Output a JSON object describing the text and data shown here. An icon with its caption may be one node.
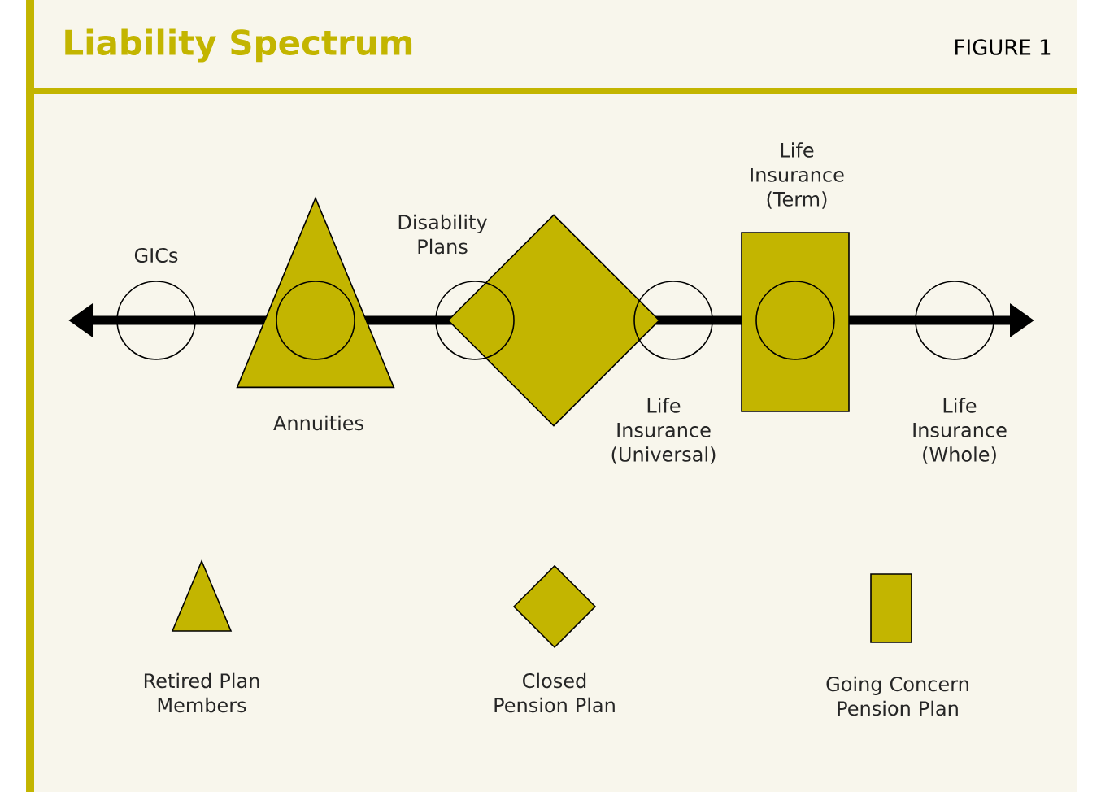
{
  "diagram": {
    "title": "Liability Spectrum",
    "nodes": [
      {
        "text": [
          "GICs"
        ]
      },
      {
        "text": [],
        "shape": "triangle"
      },
      {
        "text": [
          "Annuities"
        ],
        "in": 1
      },
      {
        "text": [
          "Disability Plans"
        ]
      },
      {
        "text": [],
        "shape": "diamond"
      },
      {
        "text": [
          "Life Insurance (Universal)"
        ]
      },
      {
        "text": [],
        "shape": "box"
      },
      {
        "text": [
          "Life Insurance (Term)"
        ],
        "in": 6
      },
      {
        "text": [
          "Life Insurance (Whole)"
        ]
      }
    ],
    "labels": [
      "FIGURE 1"
    ],
    "legend": [
      {
        "text": "Retired Plan Members"
      },
      {
        "text": "Closed Pension Plan"
      },
      {
        "text": "Going Concern Pension Plan"
      }
    ]
  }
}
